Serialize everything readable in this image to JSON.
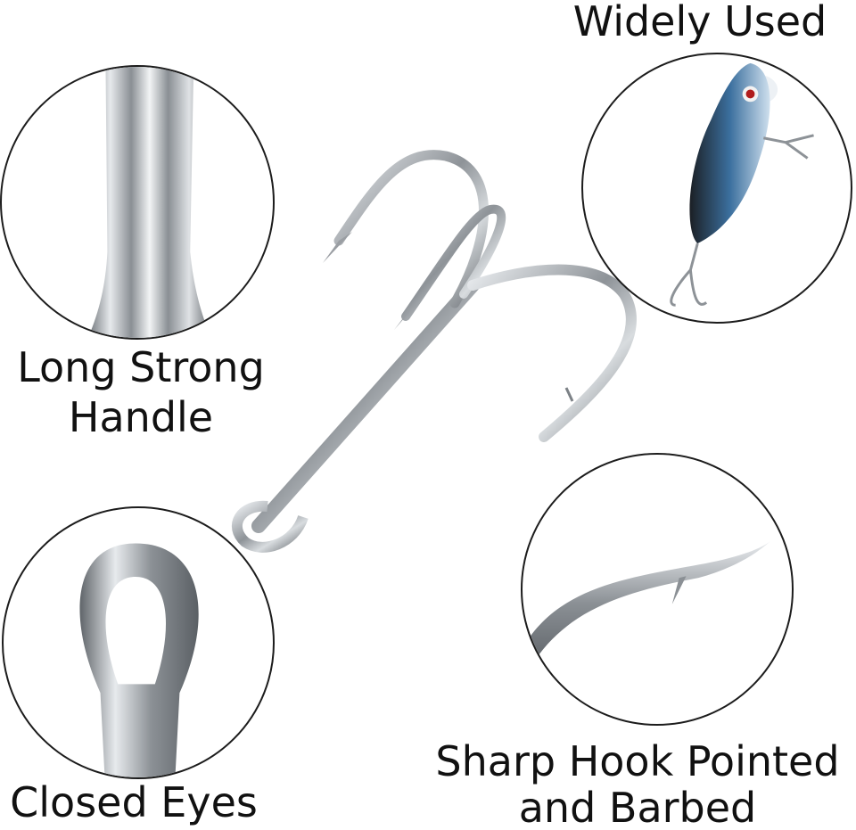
{
  "labels": {
    "widely_used": "Widely Used",
    "handle_line1": "Long Strong",
    "handle_line2": "Handle",
    "closed_eyes": "Closed Eyes",
    "sharp_line1": "Sharp Hook Pointed",
    "sharp_line2": "and Barbed"
  },
  "colors": {
    "background": "#ffffff",
    "text": "#111111",
    "steel": "#9a9ea3",
    "lure_body": "#2e5b86"
  },
  "icons": [
    "treble-hook",
    "fishing-lure"
  ]
}
